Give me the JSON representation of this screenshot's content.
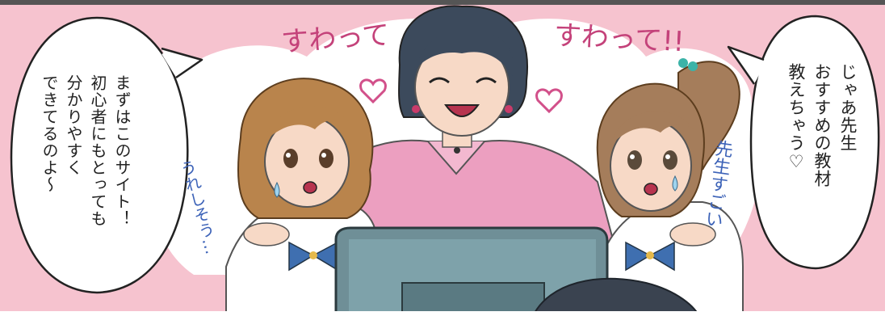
{
  "panel": {
    "background_color": "#f6c3cf",
    "border_color": "#555555"
  },
  "speech_left": {
    "lines": [
      "まずはこのサイト！",
      "初心者にもとっても",
      "分かりやすく",
      "できてるのよ〜"
    ]
  },
  "speech_right": {
    "lines": [
      "じゃあ先生",
      "おすすめの教材",
      "教えちゃう♡"
    ]
  },
  "effects": {
    "sfx_top_left": "すわって",
    "sfx_top_right": "すわって!!",
    "sfx_left_side": "うれしそう…",
    "sfx_right_side": "先生すごい"
  }
}
